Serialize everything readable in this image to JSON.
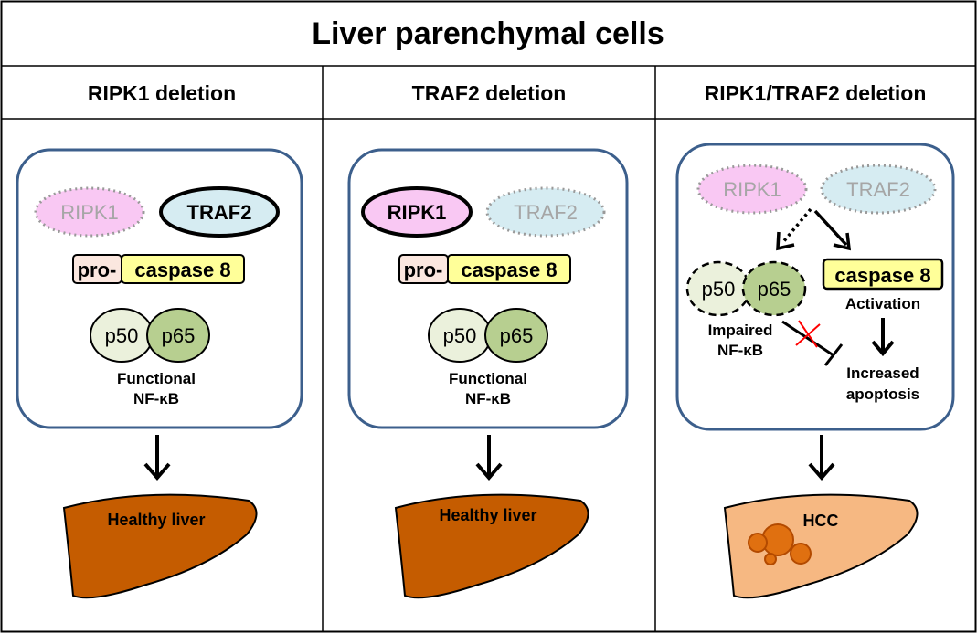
{
  "title": "Liver parenchymal cells",
  "colors": {
    "ripk1_fill": "#f9c8f3",
    "traf2_fill": "#d6ecf2",
    "pro_fill": "#fbe7df",
    "caspase_fill": "#ffff99",
    "p50_fill": "#ebf1dc",
    "p65_fill": "#b7cf90",
    "cell_border": "#3c5f8c",
    "liver_fill": "#c55c00",
    "hcc_fill": "#f6b882",
    "tumor_fill": "#e07010",
    "inhibit_cross": "#ff0000"
  },
  "panels": [
    {
      "header": "RIPK1 deletion",
      "ripk1": "RIPK1",
      "traf2": "TRAF2",
      "pro": "pro-",
      "caspase": "caspase 8",
      "p50": "p50",
      "p65": "p65",
      "nfkb_line1": "Functional",
      "nfkb_line2": "NF-κB",
      "liver": "Healthy liver"
    },
    {
      "header": "TRAF2 deletion",
      "ripk1": "RIPK1",
      "traf2": "TRAF2",
      "pro": "pro-",
      "caspase": "caspase 8",
      "p50": "p50",
      "p65": "p65",
      "nfkb_line1": "Functional",
      "nfkb_line2": "NF-κB",
      "liver": "Healthy liver"
    },
    {
      "header": "RIPK1/TRAF2 deletion",
      "ripk1": "RIPK1",
      "traf2": "TRAF2",
      "caspase": "caspase 8",
      "activation": "Activation",
      "p50": "p50",
      "p65": "p65",
      "nfkb_line1": "Impaired",
      "nfkb_line2": "NF-κB",
      "apoptosis_line1": "Increased",
      "apoptosis_line2": "apoptosis",
      "liver": "HCC"
    }
  ]
}
